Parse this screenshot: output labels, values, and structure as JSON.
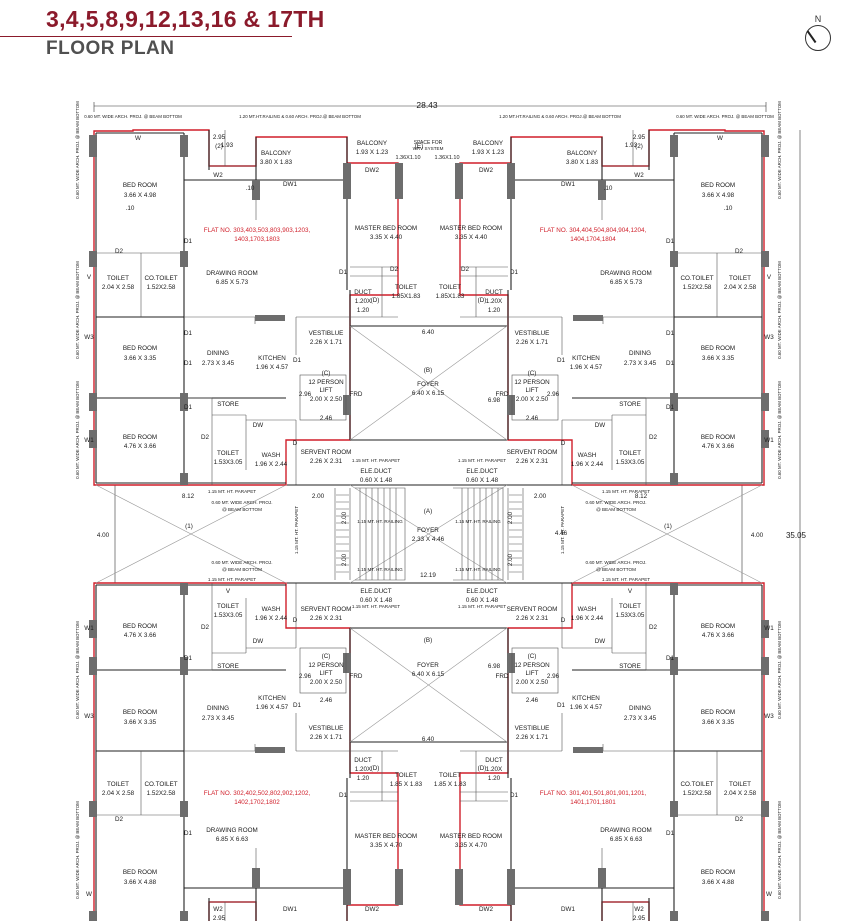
{
  "header": {
    "title": "3,4,5,8,9,12,13,16 & 17TH",
    "subtitle": "FLOOR PLAN",
    "north_label": "N"
  },
  "colors": {
    "title": "#8b1a2b",
    "boundary": "#d01f2a",
    "column": "#6d6d6d",
    "wall": "#222222"
  },
  "dimensions": {
    "overall_width": "28.43",
    "overall_height": "35.05",
    "side_left": "4.00",
    "side_right": "4.00",
    "shaft_left": "8.12",
    "shaft_right": "8.12",
    "lobby_width": "12.19",
    "stair_width_1": "2.00",
    "stair_width_2": "2.00",
    "stair_w_v1": "2.00",
    "stair_w_v2": "2.00",
    "stair_h_v1": "2.00",
    "stair_h_v2": "2.00",
    "foyer_a_side": "4.46",
    "foyer_b_w_top": "6.40",
    "foyer_b_w_bottom": "6.40",
    "foyer_b_h_top": "6.98",
    "foyer_b_h_bottom": "6.98",
    "lift_h1": "2.96",
    "lift_h2": "2.96",
    "lift_h3": "2.96",
    "lift_h4": "2.96",
    "lift_w1": "2.46",
    "lift_w2": "2.46",
    "lift_w3": "2.46",
    "lift_w4": "2.46",
    "balcony_dim_left": "1.93",
    "balcony_dim_right": "1.93",
    "window_tag": ".10"
  },
  "notes": {
    "railing_top_left": "1.20 MT.HT.RAILING & 0.60 ARCH. PROJ.@ BEAM BOTTOM",
    "railing_top_right": "1.20 MT.HT.RAILING & 0.60 ARCH. PROJ.@ BEAM BOTTOM",
    "arch_top_left": "0.60 MT. WIDE ARCH. PROJ. @ BEAM BOTTOM",
    "arch_top_right": "0.60 MT. WIDE ARCH. PROJ. @ BEAM BOTTOM",
    "arch_left_1": "0.60 MT. WIDE ARCH. PROJ. @ BEAM BOTTOM",
    "arch_left_2": "0.60 MT. WIDE ARCH. PROJ. @ BEAM BOTTOM",
    "arch_left_3": "0.60 MT. WIDE ARCH. PROJ. @ BEAM BOTTOM",
    "arch_left_4": "0.60 MT. WIDE ARCH. PROJ. @ BEAM BOTTOM",
    "arch_left_5": "0.60 MT. WIDE ARCH. PROJ. @ BEAM BOTTOM",
    "arch_right_1": "0.60 MT. WIDE ARCH. PROJ. @ BEAM BOTTOM",
    "arch_right_2": "0.60 MT. WIDE ARCH. PROJ. @ BEAM BOTTOM",
    "arch_right_3": "0.60 MT. WIDE ARCH. PROJ. @ BEAM BOTTOM",
    "arch_right_4": "0.60 MT. WIDE ARCH. PROJ. @ BEAM BOTTOM",
    "arch_right_5": "0.60 MT. WIDE ARCH. PROJ. @ BEAM BOTTOM",
    "arch_mid_left_1": "0.60 MT. WIDE ARCH. PROJ.",
    "arch_mid_left_1b": "@ BEAM BOTTOM",
    "arch_mid_left_2": "0.60 MT. WIDE ARCH. PROJ.",
    "arch_mid_left_2b": "@ BEAM BOTTOM",
    "arch_mid_right_1": "0.60 MT. WIDE ARCH. PROJ.",
    "arch_mid_right_1b": "@ BEAM BOTTOM",
    "arch_mid_right_2": "0.60 MT. WIDE ARCH. PROJ.",
    "arch_mid_right_2b": "@ BEAM BOTTOM",
    "parapet_1": "1.15 MT. HT. PARAPET",
    "parapet_2": "1.15 MT. HT. PARAPET",
    "parapet_3": "1.15 MT. HT. PARAPET",
    "parapet_4": "1.15 MT. HT. PARAPET",
    "parapet_5": "1.15 MT. HT. PARAPET",
    "parapet_6": "1.15 MT. HT. PARAPET",
    "parapet_7": "1.15 MT. HT. PARAPET",
    "parapet_8": "1.15 MT. HT. PARAPET",
    "parapet_v1": "1.15 MT. HT. PARAPET",
    "parapet_v2": "1.15 MT. HT. PARAPET",
    "railing_1": "1.15 MT. HT. RAILING",
    "railing_2": "1.15 MT. HT. RAILING",
    "railing_3": "1.15 MT. HT. RAILING",
    "railing_4": "1.15 MT. HT. RAILING"
  },
  "flats": {
    "tl": "FLAT NO. 303,403,503,803,903,1203,",
    "tl2": "1403,1703,1803",
    "tr": "FLAT NO. 304,404,504,804,904,1204,",
    "tr2": "1404,1704,1804",
    "bl": "FLAT NO. 302,402,502,802,902,1202,",
    "bl2": "1402,1702,1802",
    "br": "FLAT NO. 301,401,501,801,901,1201,",
    "br2": "1401,1701,1801"
  },
  "rooms": {
    "bed_room": "BED ROOM",
    "balcony": "BALCONY",
    "master_bed": "MASTER BED ROOM",
    "toilet": "TOILET",
    "co_toilet": "CO.TOILET",
    "drawing": "DRAWING ROOM",
    "dining": "DINING",
    "kitchen": "KITCHEN",
    "vestiblue": "VESTIBLUE",
    "store": "STORE",
    "wash": "WASH",
    "servent": "SERVENT ROOM",
    "duct": "DUCT",
    "foyer": "FOYER",
    "ele_duct": "ELE.DUCT",
    "lift": "12 PERSON",
    "lift2": "LIFT",
    "space_for": "SPACE FOR",
    "wrv_system": "WRV SYSTEM"
  },
  "sizes": {
    "bed_top": "3.66 X 4.98",
    "bed_mid": "3.66 X 3.35",
    "bed_lower": "4.76 X 3.66",
    "bed_bottom": "3.66 X 4.88",
    "balcony_big": "3.80 X 1.83",
    "balcony_small": "1.93 X 1.23",
    "master_top": "3.35 X 4.40",
    "master_bottom": "3.35 X 4.70",
    "toilet_side": "2.04 X 2.58",
    "co_toilet": "1.52X2.58",
    "toilet_master_top": "1.85X1.83",
    "toilet_master_bottom": "1.85 X 1.83",
    "toilet_small": "1.53X3.05",
    "drawing_top": "6.85 X 5.73",
    "drawing_bottom": "6.85 X 6.63",
    "dining": "2.73 X 3.45",
    "kitchen": "1.96 X 4.57",
    "vestiblue": "2.26 X 1.71",
    "wash": "1.96 X 2.44",
    "servent": "2.26 X 2.31",
    "duct_1": "1.20X",
    "duct_2": "1.20",
    "wrv_size": "1.36X1.10",
    "foyer_b": "6.40 X 6.15",
    "foyer_a": "2.33 X 4.46",
    "ele_duct": "0.60 X 1.48",
    "lift": "2.00 X 2.50",
    "balcony_2": "2.95",
    "balcony_2b": "(2)"
  },
  "tags": {
    "d1": "D1",
    "d2": "D2",
    "d": "D",
    "w": "W",
    "w1": "W1",
    "w2": "W2",
    "w3": "W3",
    "dw": "DW",
    "dw1": "DW1",
    "dw2": "DW2",
    "frd": "FRD",
    "v": "V",
    "a": "(A)",
    "b": "(B)",
    "c": "(C)",
    "one": "(1)",
    "dd": "(D)",
    "e": "(E)"
  }
}
